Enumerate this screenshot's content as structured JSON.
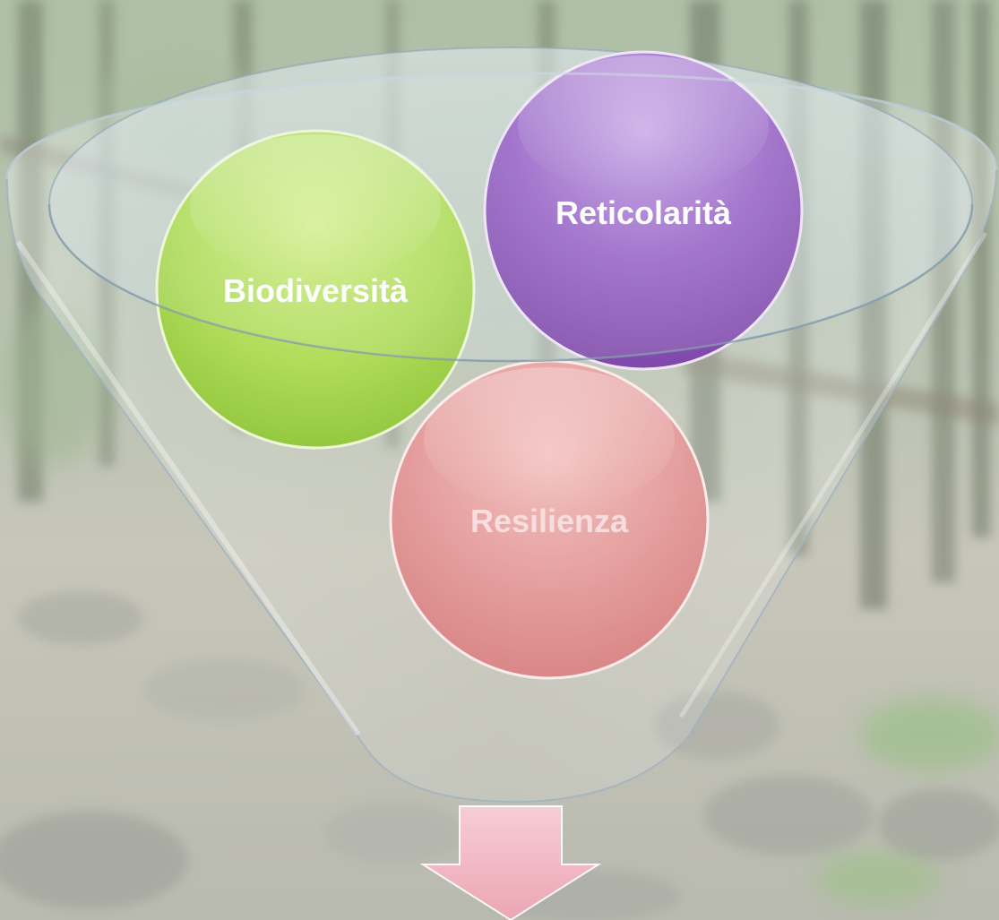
{
  "diagram": {
    "circles": [
      {
        "id": "biodiversita",
        "label": "Biodiversità",
        "color": "#a7d74a",
        "text_color": "#ffffff"
      },
      {
        "id": "reticolarita",
        "label": "Reticolarità",
        "color": "#8b52b6",
        "text_color": "#ffffff"
      },
      {
        "id": "resilienza",
        "label": "Resilienza",
        "color": "#e0898a",
        "text_color": "#f6dede"
      }
    ],
    "arrow_color": "#f2b9c4",
    "background": "forest-stream-photo"
  }
}
